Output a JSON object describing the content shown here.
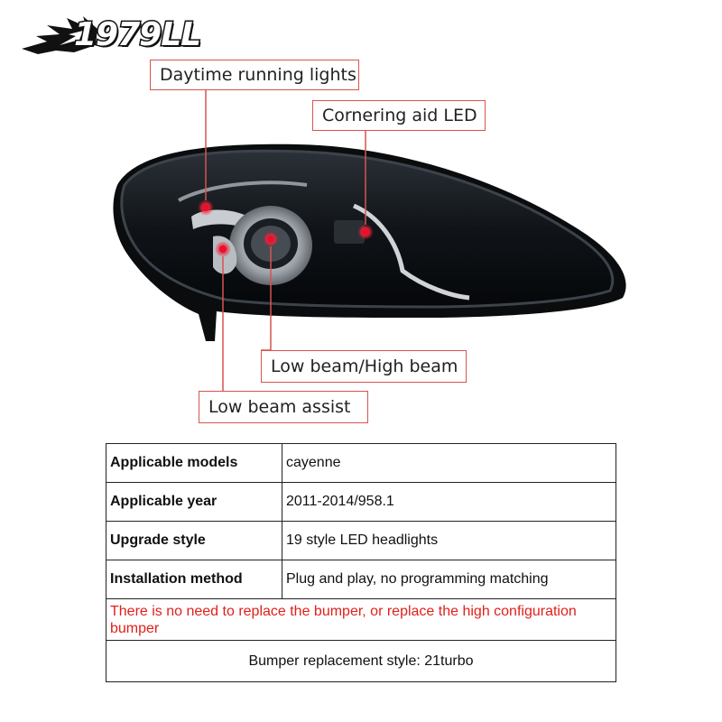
{
  "brand": {
    "logo_text": "1979LL",
    "icon": "flame-logo-icon"
  },
  "callouts": {
    "daytime_running_lights": "Daytime running lights",
    "cornering_aid_led": "Cornering aid LED",
    "low_high_beam": "Low beam/High beam",
    "low_beam_assist": "Low beam assist"
  },
  "colors": {
    "callout_line": "#d9534f",
    "warning_text": "#e0201b",
    "marker": "#e8102a"
  },
  "specs": {
    "rows": [
      {
        "label": "Applicable models",
        "value": "cayenne"
      },
      {
        "label": "Applicable year",
        "value": "2011-2014/958.1"
      },
      {
        "label": "Upgrade style",
        "value": "19 style LED headlights"
      },
      {
        "label": "Installation method",
        "value": "Plug and play, no programming matching"
      }
    ],
    "note": "There is no need to replace the bumper, or replace the high configuration bumper",
    "bumper_style": "Bumper replacement style: 21turbo"
  }
}
